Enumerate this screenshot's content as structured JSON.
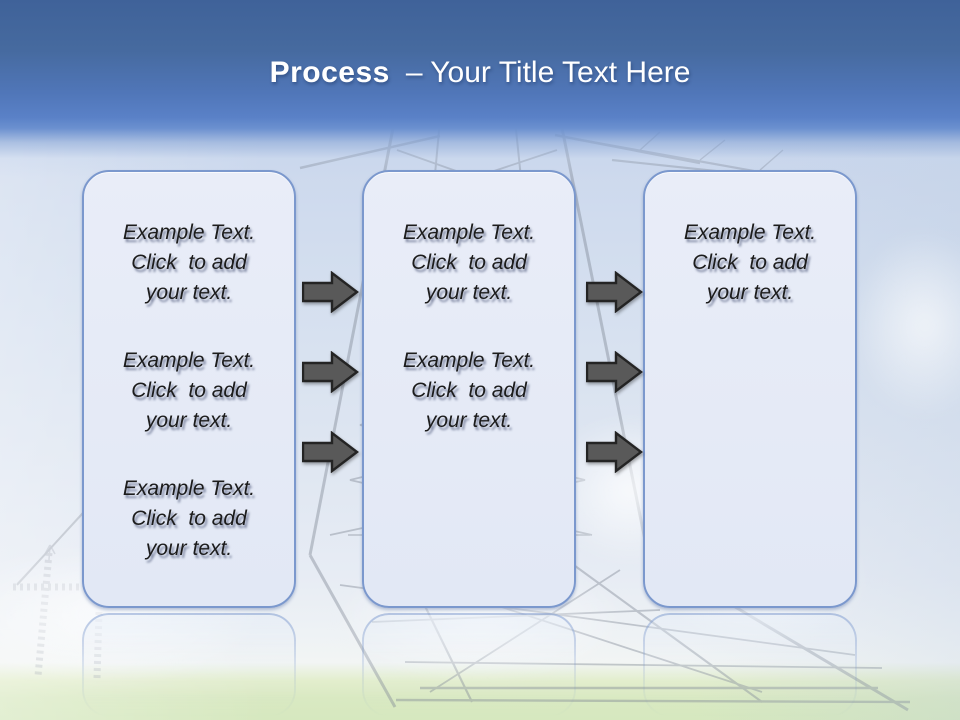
{
  "slide": {
    "title": {
      "bold": "Process",
      "rest": "– Your Title Text Here"
    },
    "boxes": [
      {
        "id": "box-1",
        "items": [
          {
            "text": "Example Text.\nClick  to add\nyour text."
          },
          {
            "text": "Example Text.\nClick  to add\nyour text."
          },
          {
            "text": "Example Text.\nClick  to add\nyour text."
          }
        ]
      },
      {
        "id": "box-2",
        "items": [
          {
            "text": "Example Text.\nClick  to add\nyour text."
          },
          {
            "text": "Example Text.\nClick  to add\nyour text."
          }
        ]
      },
      {
        "id": "box-3",
        "items": [
          {
            "text": "Example Text.\nClick  to add\nyour text."
          }
        ]
      }
    ],
    "arrows": {
      "direction": "right",
      "between_box1_and_box2": 3,
      "between_box2_and_box3": 3
    },
    "colors": {
      "header_top": "#3f6299",
      "header_bottom": "#5b82c8",
      "box_fill": "#e6ebf7",
      "box_border": "#7b98cd",
      "arrow_fill": "#595959",
      "arrow_outline": "#242424",
      "title_text": "#ffffff",
      "body_text": "#1c1c1c",
      "sky": "#d8e2f0",
      "grass": "#d6e8bf"
    },
    "background_description": "electricity pylon silhouette over sky and grass"
  }
}
